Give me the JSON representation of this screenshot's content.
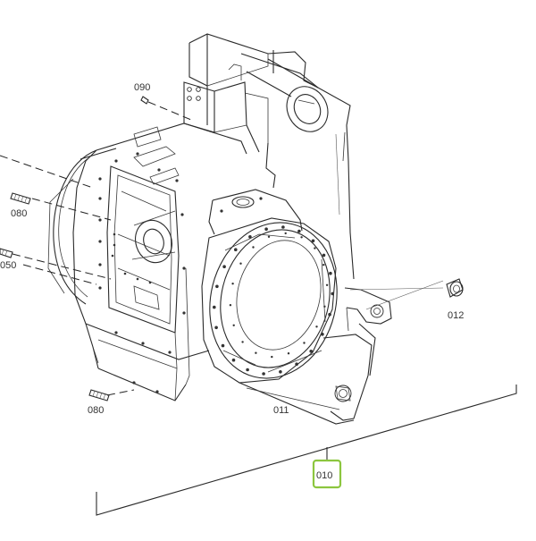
{
  "labels": {
    "p090": "090",
    "p080_left": "080",
    "p050": "050",
    "p012": "012",
    "p080_bottom": "080",
    "p011": "011",
    "p010": "010"
  },
  "colors": {
    "line": "#2a2a2a",
    "highlight": "#8cc63f",
    "background": "#ffffff"
  }
}
